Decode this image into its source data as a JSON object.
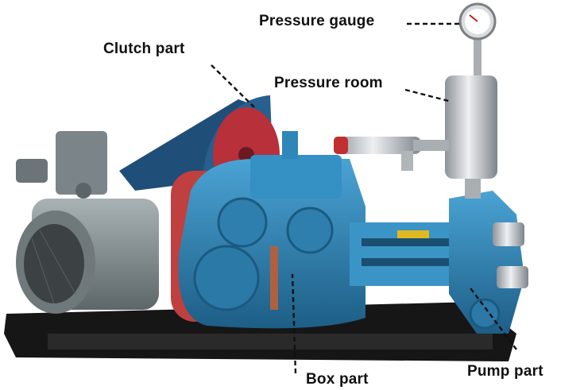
{
  "labels": {
    "pressure_gauge": "Pressure gauge",
    "clutch_part": "Clutch part",
    "pressure_room": "Pressure room",
    "box_part": "Box part",
    "pump_part": "Pump part"
  },
  "colors": {
    "pump_blue": "#2f86b8",
    "motor_gray": "#8a9496",
    "pulley_red": "#b8303a",
    "base_black": "#161616",
    "steel": "#c8ccd0"
  }
}
